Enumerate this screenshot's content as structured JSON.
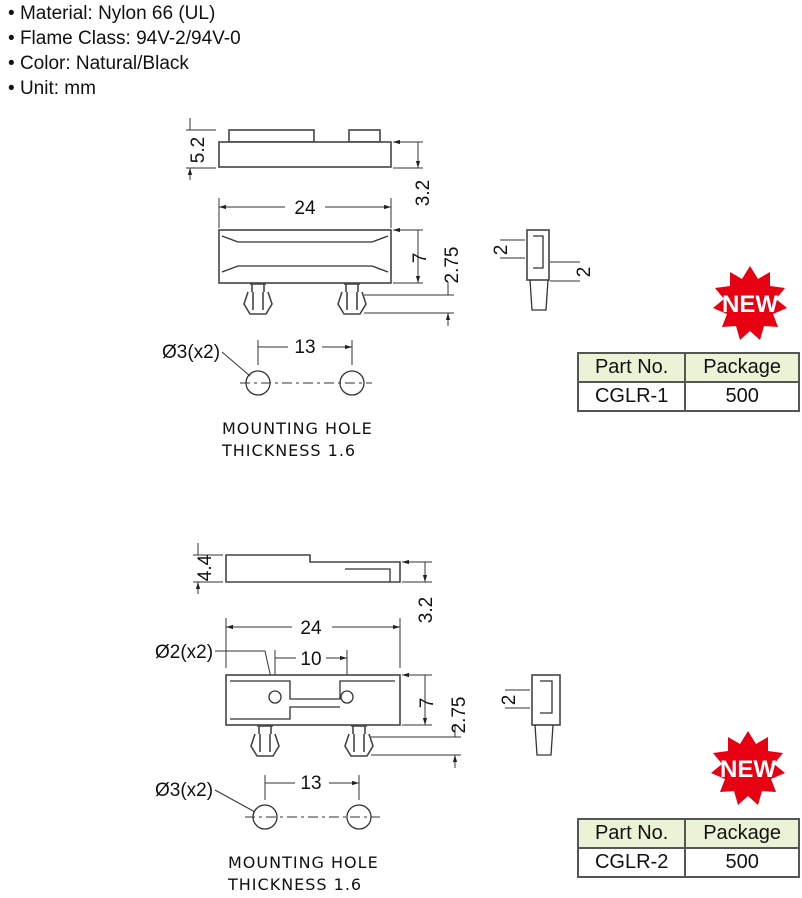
{
  "specs": [
    "Material: Nylon 66 (UL)",
    "Flame Class: 94V-2/94V-0",
    "Color: Natural/Black",
    "Unit: mm"
  ],
  "parts": [
    {
      "badge": "NEW",
      "dims": {
        "height": "5.2",
        "base": "3.2",
        "length": "24",
        "width": "7",
        "clip": "2.75",
        "side_a": "2",
        "side_b": "2",
        "hole_dia": "Ø3(x2)",
        "hole_spacing": "13"
      },
      "mounting_hole": "MOUNTING  HOLE",
      "thickness": "THICKNESS  1.6",
      "table": {
        "headers": [
          "Part No.",
          "Package"
        ],
        "row": [
          "CGLR-1",
          "500"
        ]
      }
    },
    {
      "badge": "NEW",
      "dims": {
        "height": "4.4",
        "base": "3.2",
        "length": "24",
        "small_hole_dia": "Ø2(x2)",
        "small_hole_spacing": "10",
        "width": "7",
        "clip": "2.75",
        "side_a": "2",
        "hole_dia": "Ø3(x2)",
        "hole_spacing": "13"
      },
      "mounting_hole": "MOUNTING  HOLE",
      "thickness": "THICKNESS  1.6",
      "table": {
        "headers": [
          "Part No.",
          "Package"
        ],
        "row": [
          "CGLR-2",
          "500"
        ]
      }
    }
  ],
  "colors": {
    "badge": "#e60012",
    "table_header": "#eaf3d6"
  }
}
